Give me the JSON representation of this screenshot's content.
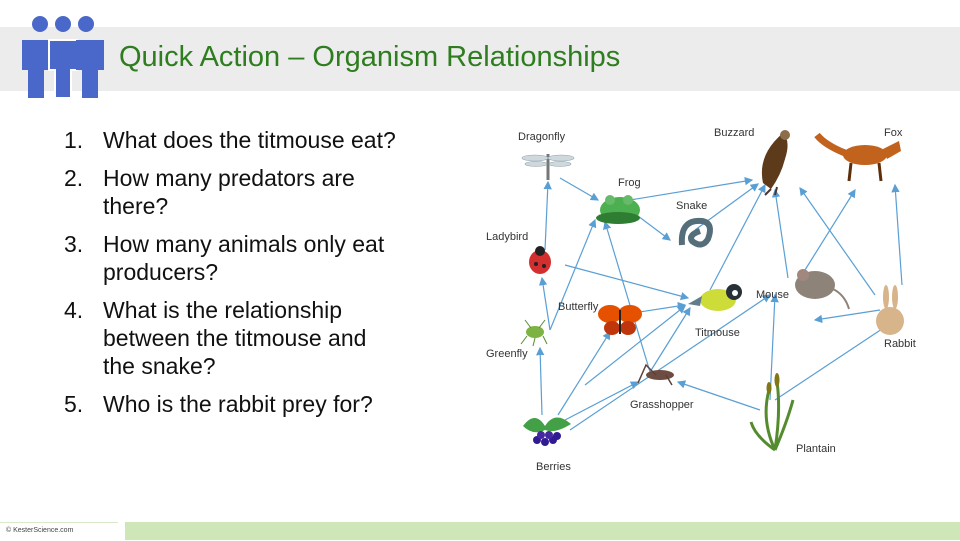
{
  "slide": {
    "title": "Quick Action – Organism Relationships",
    "copyright": "© KesterScience.com",
    "logo_icon": "team-people-icon",
    "accent_color": "#2e7d1f",
    "logo_color": "#4a68c9",
    "footer_color": "#cfe6b8"
  },
  "questions": [
    {
      "num": "1.",
      "text": "What does the titmouse eat?"
    },
    {
      "num": "2.",
      "text": "How many predators are there?"
    },
    {
      "num": "3.",
      "text": "How many animals only eat producers?"
    },
    {
      "num": "4.",
      "text": "What is the relationship between the titmouse and the snake?"
    },
    {
      "num": "5.",
      "text": "Who is the rabbit prey for?"
    }
  ],
  "food_web": {
    "organisms": {
      "dragonfly": "Dragonfly",
      "buzzard": "Buzzard",
      "fox": "Fox",
      "frog": "Frog",
      "snake": "Snake",
      "ladybird": "Ladybird",
      "mouse": "Mouse",
      "butterfly": "Butterfly",
      "titmouse": "Titmouse",
      "rabbit": "Rabbit",
      "greenfly": "Greenfly",
      "grasshopper": "Grasshopper",
      "berries": "Berries",
      "plantain": "Plantain"
    },
    "arrow_color": "#5a9fd4"
  }
}
